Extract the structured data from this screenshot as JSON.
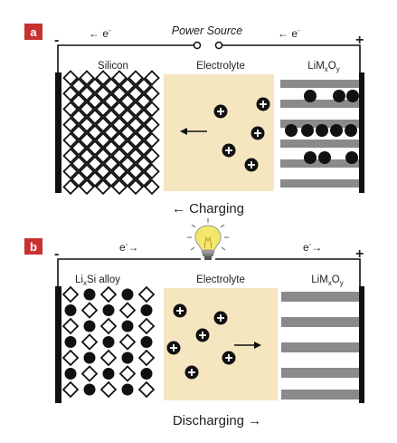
{
  "panel_a": {
    "badge": "a",
    "minus": "-",
    "plus": "+",
    "electron_left": "← e",
    "electron_right": "← e",
    "electron_sup": "-",
    "power_source": "Power Source",
    "anode_label": "Silicon",
    "electrolyte_label": "Electrolyte",
    "cathode_label": {
      "base": "LiM",
      "sub1": "x",
      "mid": "O",
      "sub2": "y"
    },
    "caption": "← Charging"
  },
  "panel_b": {
    "badge": "b",
    "minus": "-",
    "plus": "+",
    "electron_left": "e",
    "electron_right": "e",
    "electron_sup": "-",
    "electron_arrow": "→",
    "anode_label": {
      "base": "Li",
      "sub": "x",
      "rest": "Si alloy"
    },
    "electrolyte_label": "Electrolyte",
    "cathode_label": {
      "base": "LiM",
      "sub1": "x",
      "mid": "O",
      "sub2": "y"
    },
    "caption": "Discharging →"
  },
  "colors": {
    "badge": "#c8312f",
    "electrolyte": "#f5e6c0",
    "wire": "#111111",
    "layer": "#8a8a8a",
    "bulb": "#f2e86a"
  },
  "icons": {
    "ion": "plus-in-circle",
    "bulb": "light-bulb-icon"
  }
}
